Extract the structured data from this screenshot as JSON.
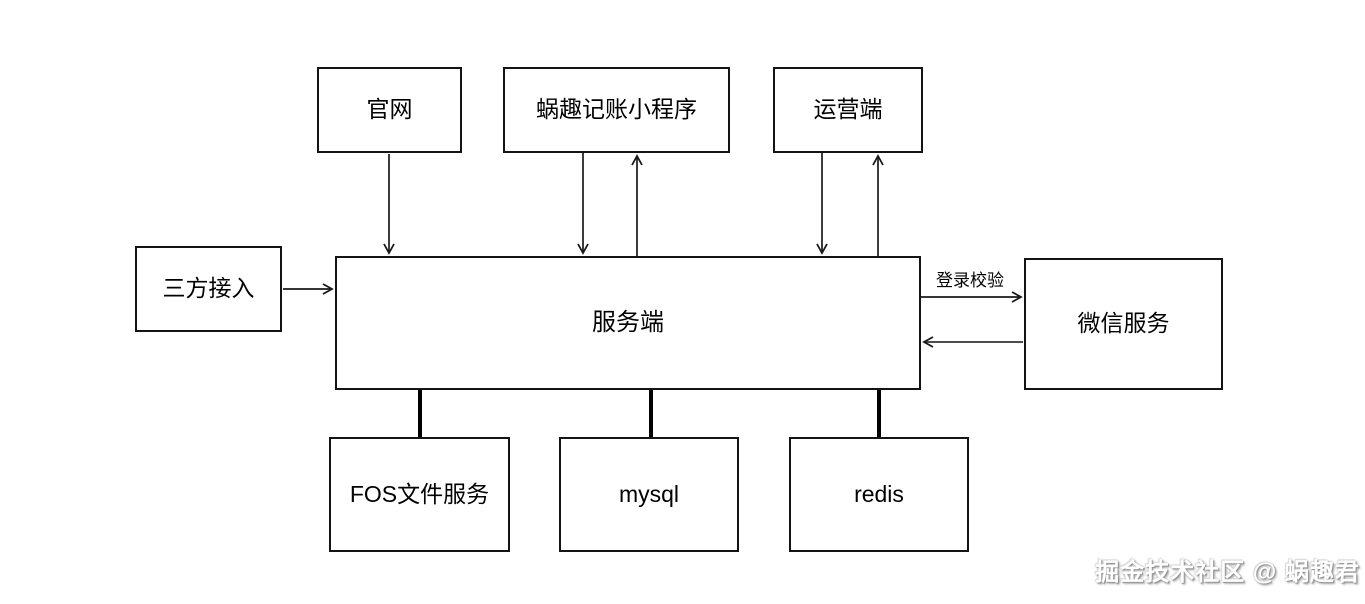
{
  "nodes": {
    "official_site": {
      "label": "官网"
    },
    "mini_program": {
      "label": "蜗趣记账小程序"
    },
    "operations": {
      "label": "运营端"
    },
    "third_party": {
      "label": "三方接入"
    },
    "server": {
      "label": "服务端"
    },
    "wechat_service": {
      "label": "微信服务"
    },
    "fos_file_service": {
      "label": "FOS文件服务"
    },
    "mysql": {
      "label": "mysql"
    },
    "redis": {
      "label": "redis"
    }
  },
  "edges": {
    "login_verify_label": "登录校验"
  },
  "watermark": {
    "text": "掘金技术社区 @ 蜗趣君"
  },
  "colors": {
    "background": "#ffffff",
    "box_border": "#141414",
    "line": "#1a1a1a",
    "text": "#000000",
    "watermark_fill": "#ffffff",
    "watermark_shadow": "#8e8e8e"
  }
}
